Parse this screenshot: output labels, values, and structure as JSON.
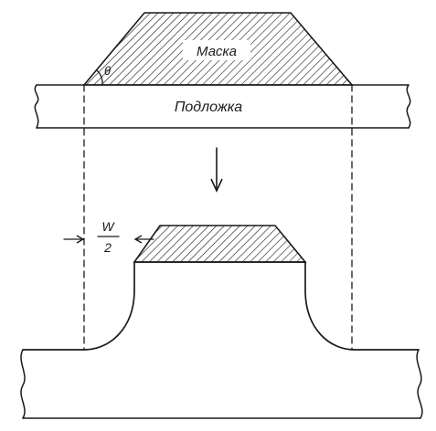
{
  "labels": {
    "mask": "Маска",
    "substrate": "Подложка",
    "theta": "θ",
    "w_numerator": "W",
    "w_denominator": "2"
  },
  "colors": {
    "ink": "#1a1a1a",
    "background": "#ffffff"
  }
}
